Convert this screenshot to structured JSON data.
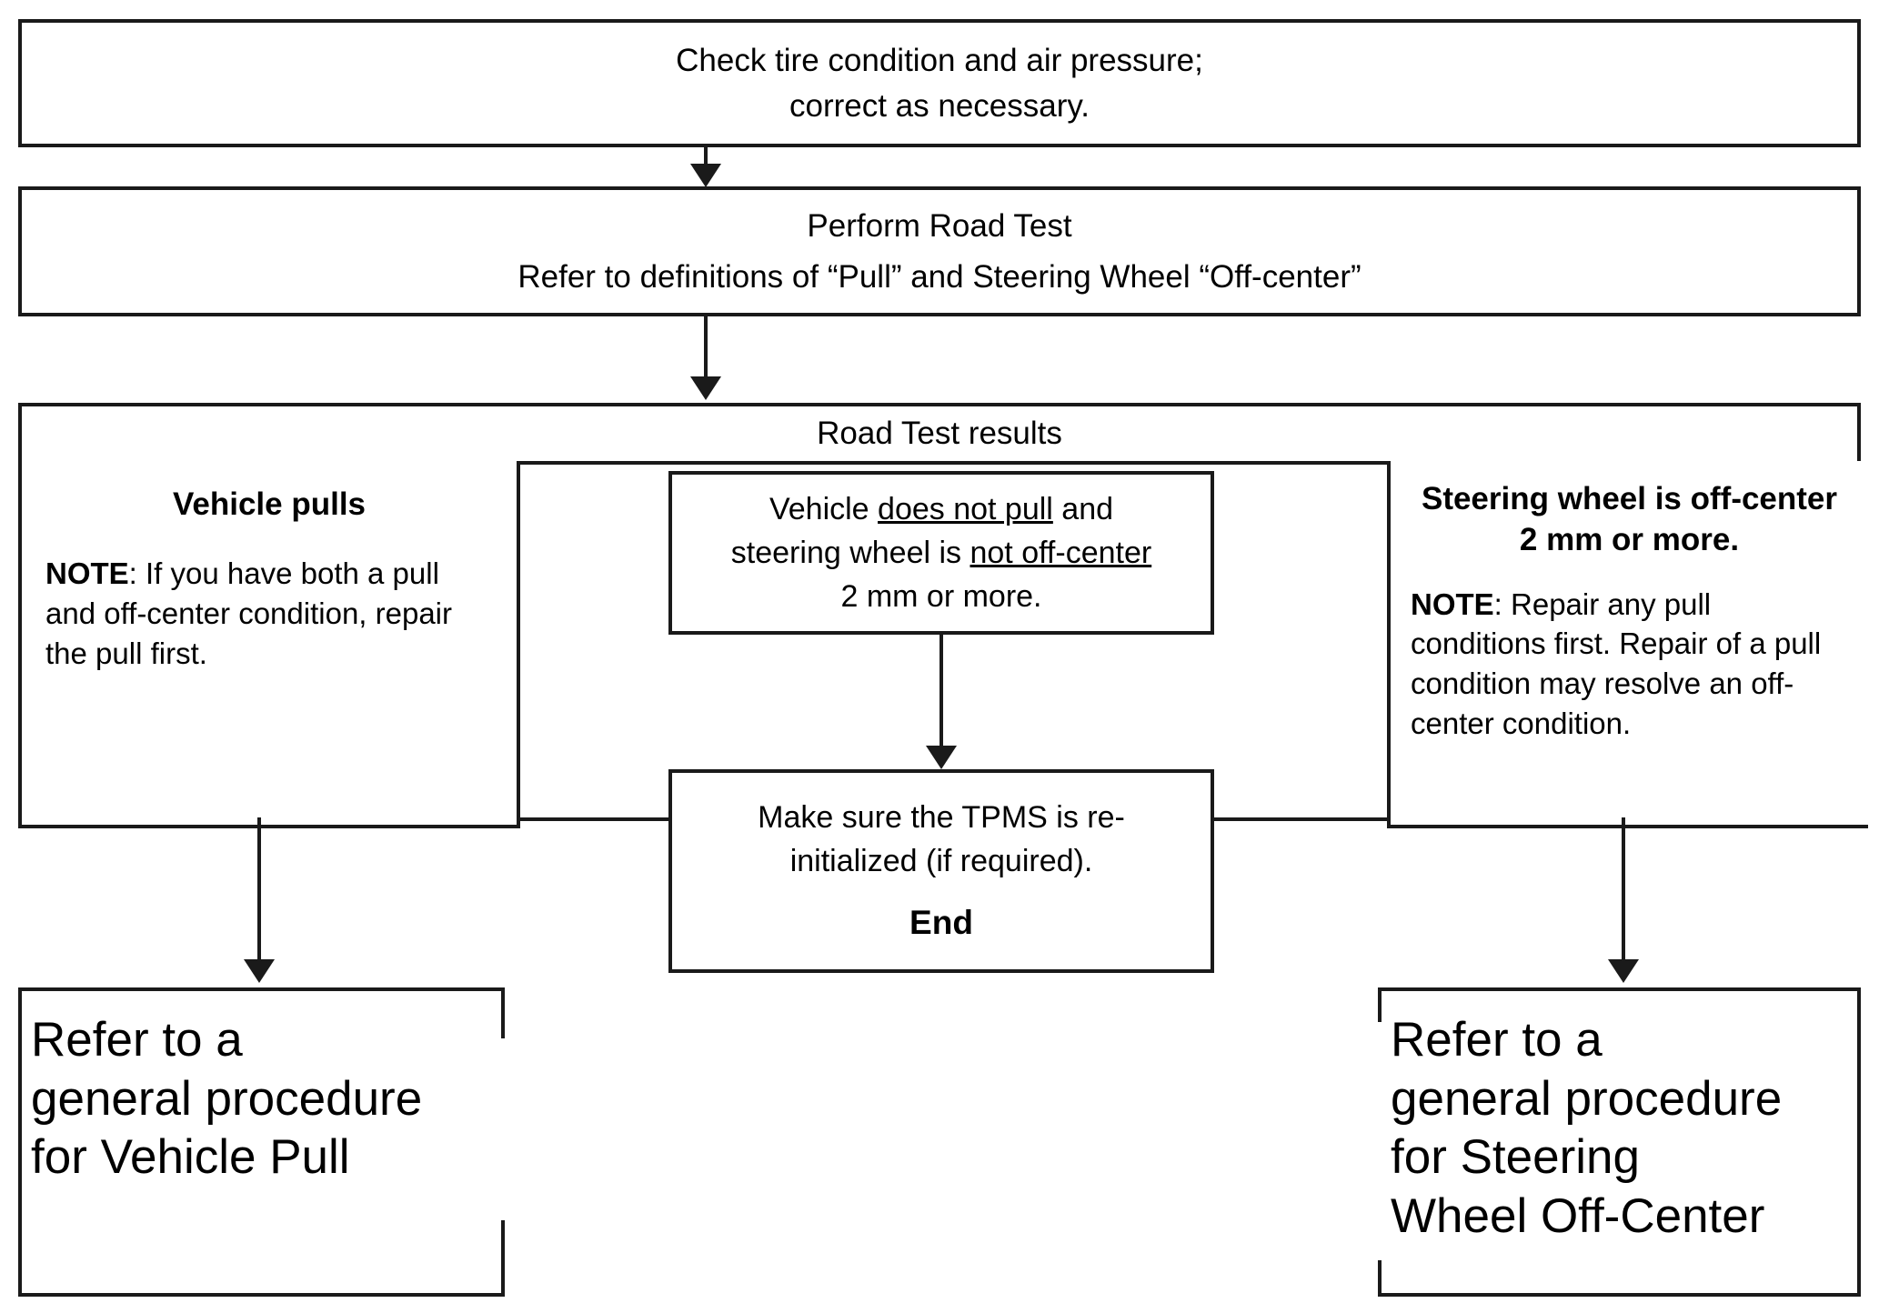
{
  "diagram": {
    "title": "Tire / Vehicle Pull and Steering Wheel Off-Center Diagnostic Flowchart",
    "type": "flowchart"
  },
  "nodes": {
    "tire_check": {
      "line1": "Check tire condition and air pressure;",
      "line2": "correct as necessary."
    },
    "road_test": {
      "line1": "Perform Road Test",
      "line2": "Refer to definitions of “Pull” and Steering Wheel “Off-center”"
    },
    "results_header": {
      "label": "Road Test results"
    },
    "vehicle_pulls": {
      "heading": "Vehicle pulls",
      "note_label": "NOTE",
      "note_body": ": If you have both a pull and off-center condition, repair the pull first."
    },
    "no_pull": {
      "line1_a": "Vehicle ",
      "line1_u": "does not pull",
      "line1_b": " and",
      "line2_a": "steering wheel is ",
      "line2_u": "not off-center",
      "line3": "2 mm or more."
    },
    "off_center": {
      "heading_line1": "Steering wheel is off-",
      "heading_line2": "center 2 mm or more.",
      "note_label": "NOTE",
      "note_body": ": Repair any pull conditions first. Repair of a pull condition may resolve an off-center condition."
    },
    "tpms_end": {
      "line1": "Make sure the TPMS is re-",
      "line2": "initialized (if required).",
      "end": "End"
    },
    "refer_pull": {
      "line1": "Refer to a",
      "line2": "general procedure",
      "line3": "for Vehicle Pull"
    },
    "refer_offcenter": {
      "line1": "Refer to a",
      "line2": "general procedure",
      "line3": "for Steering",
      "line4": "Wheel Off-Center"
    }
  },
  "colors": {
    "stroke": "#1a1a1a",
    "background": "#ffffff",
    "text": "#000000"
  }
}
